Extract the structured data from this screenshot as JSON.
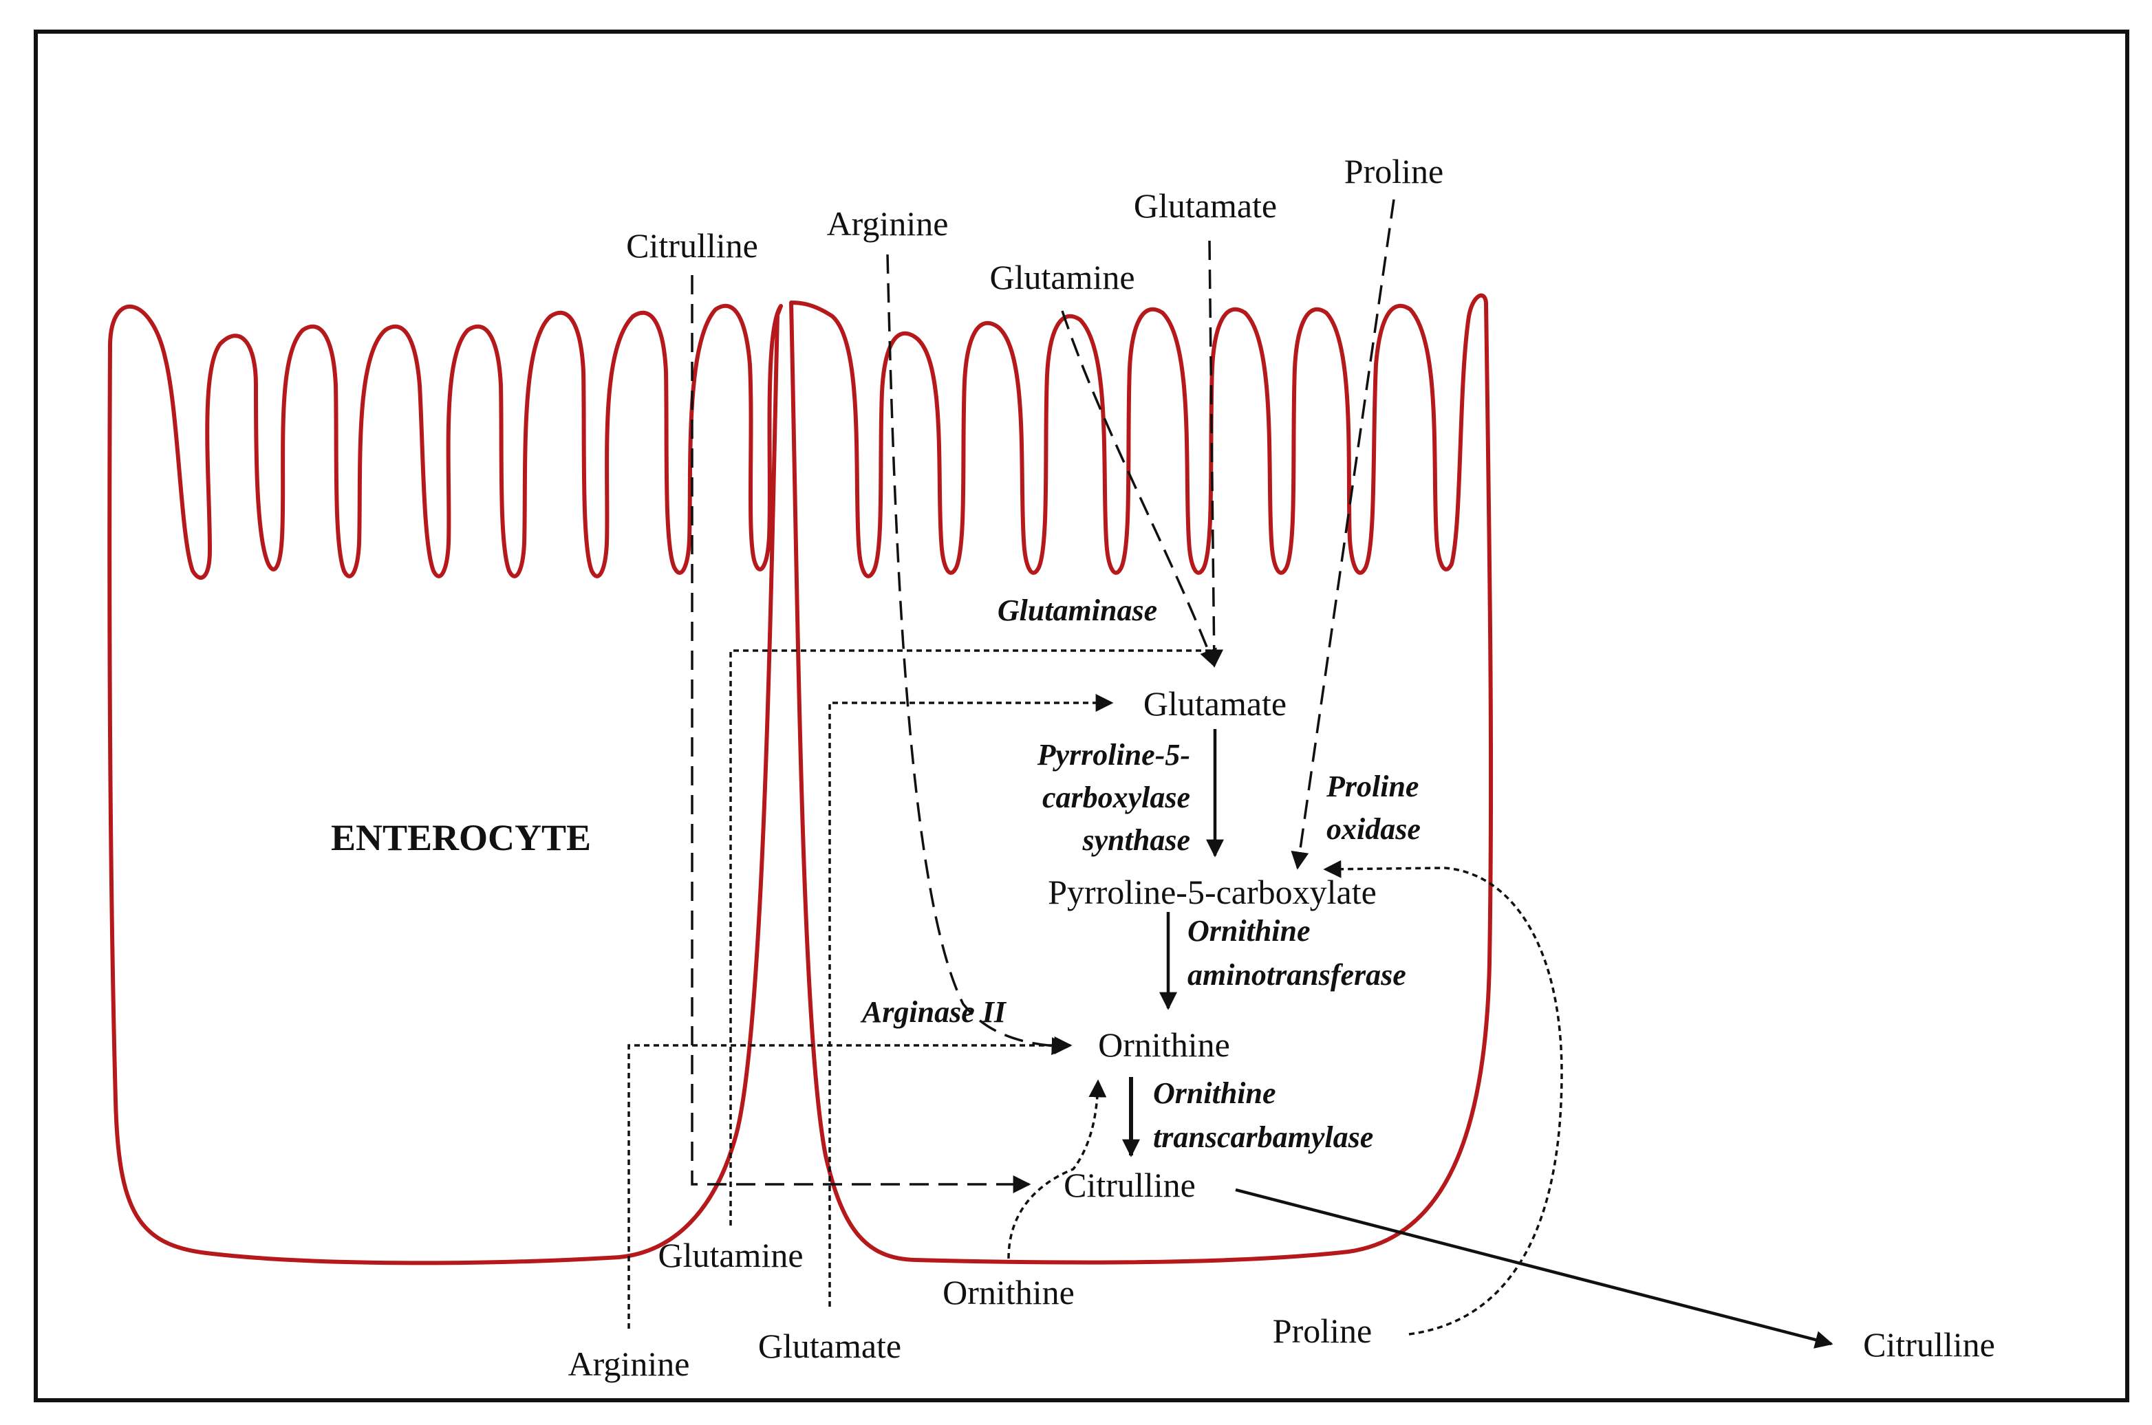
{
  "cell": {
    "name": "ENTEROCYTE"
  },
  "lumen": {
    "citrulline": "Citrulline",
    "arginine": "Arginine",
    "glutamine": "Glutamine",
    "glutamate": "Glutamate",
    "proline": "Proline"
  },
  "intracellular": {
    "glutamate": "Glutamate",
    "p5c": "Pyrroline-5-carboxylate",
    "ornithine": "Ornithine",
    "citrulline": "Citrulline"
  },
  "enzymes": {
    "glutaminase": "Glutaminase",
    "p5cs": [
      "Pyrroline-5-",
      "carboxylase",
      "synthase"
    ],
    "proline_oxidase": [
      "Proline",
      "oxidase"
    ],
    "oat": [
      "Ornithine",
      "aminotransferase"
    ],
    "arginase": "Arginase II",
    "otc": [
      "Ornithine",
      "transcarbamylase"
    ]
  },
  "blood": {
    "glutamine": "Glutamine",
    "arginine": "Arginine",
    "glutamate": "Glutamate",
    "ornithine": "Ornithine",
    "proline": "Proline",
    "citrulline": "Citrulline"
  },
  "colors": {
    "membrane": "#b5191b",
    "text": "#111111"
  }
}
